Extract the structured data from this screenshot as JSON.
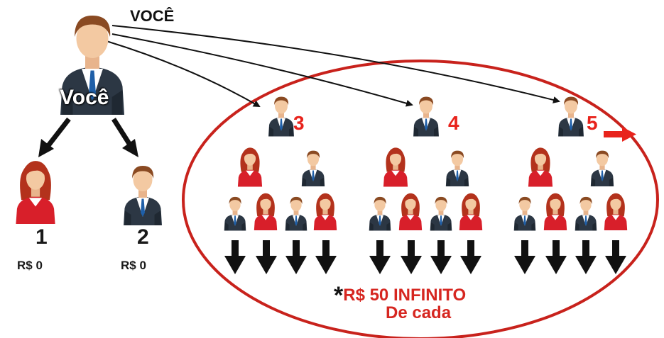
{
  "title": "VOCÊ",
  "you_badge": "Você",
  "direct": [
    {
      "number": "1",
      "value": "R$ 0",
      "gender": "female"
    },
    {
      "number": "2",
      "value": "R$ 0",
      "gender": "male"
    }
  ],
  "groups": [
    {
      "number": "3"
    },
    {
      "number": "4"
    },
    {
      "number": "5"
    }
  ],
  "bonus_mark": "*",
  "bonus_line1": "R$ 50 INFINITO",
  "bonus_line2": "De cada",
  "colors": {
    "red": "#e8231c",
    "ellipse": "#c8221c",
    "suit": "#2c3744",
    "skin": "#f3c9a2",
    "hair_male": "#8a4a22",
    "hair_female": "#b3321c",
    "female_top": "#d81f2a"
  },
  "icons": [
    "businessman-icon",
    "businesswoman-icon",
    "down-arrow-icon",
    "right-arrow-icon"
  ]
}
